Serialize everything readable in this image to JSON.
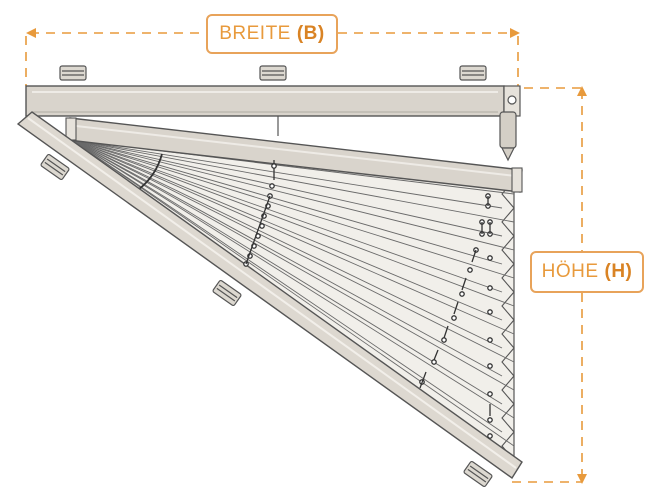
{
  "dimensions": {
    "width": {
      "text": "BREITE",
      "code": "(B)"
    },
    "height": {
      "text": "HÖHE",
      "code": "(H)"
    }
  },
  "colors": {
    "accent": "#e89a3c",
    "accent_strong": "#d98324",
    "rail_fill": "#d9d4cc",
    "fabric_fill": "#f1efea",
    "line": "#555555"
  }
}
